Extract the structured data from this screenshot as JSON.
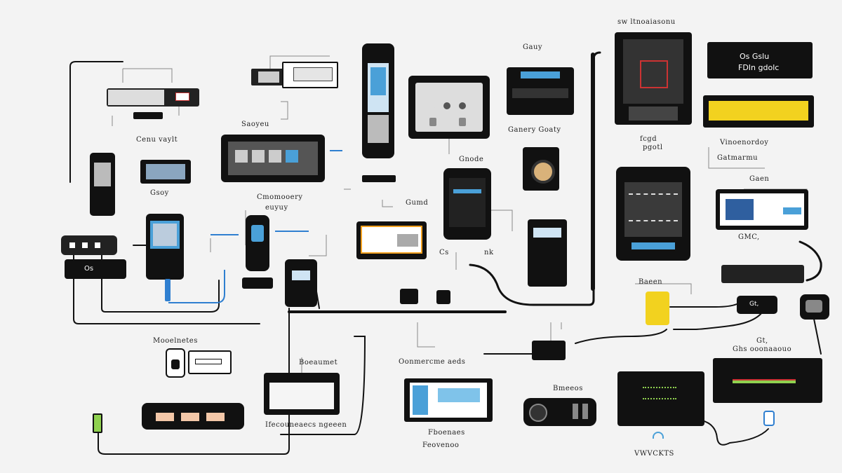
{
  "labels": [
    "Gauy",
    "Cenu vaylt",
    "Saoyeu",
    "Gsoy",
    "Cmomooery",
    "euyuy",
    "Gumd",
    "Ganery Goaty",
    "Gnode",
    "Cs",
    "nk",
    "fcgd",
    "pgotl",
    "Vinoenordoy",
    "Gatmarmu",
    "Gaen",
    "GMC,",
    "Baeen",
    "Mooelnetes",
    "Boeaumet",
    "Oonmercme aeds",
    "Bmeeos",
    "Gt,",
    "Ghs ooonaaouo",
    "Fboenaes",
    "Ifecouneaecs ngeeen",
    "Feovenoo",
    "VWVCKTS",
    "sw ltnoaiasonu"
  ],
  "screens": {
    "right_monitor_line1": "Os Gslu",
    "right_monitor_line2": "FDIn gdolc",
    "console_label": "Os",
    "box_label": "Gt,"
  },
  "colors": {
    "background": "#f3f3f3",
    "device": "#111111",
    "screen_blue": "#4aa0d8",
    "accent_yellow": "#f2d21f",
    "accent_green": "#8fd14f",
    "wire_blue": "#2f7fd0"
  }
}
